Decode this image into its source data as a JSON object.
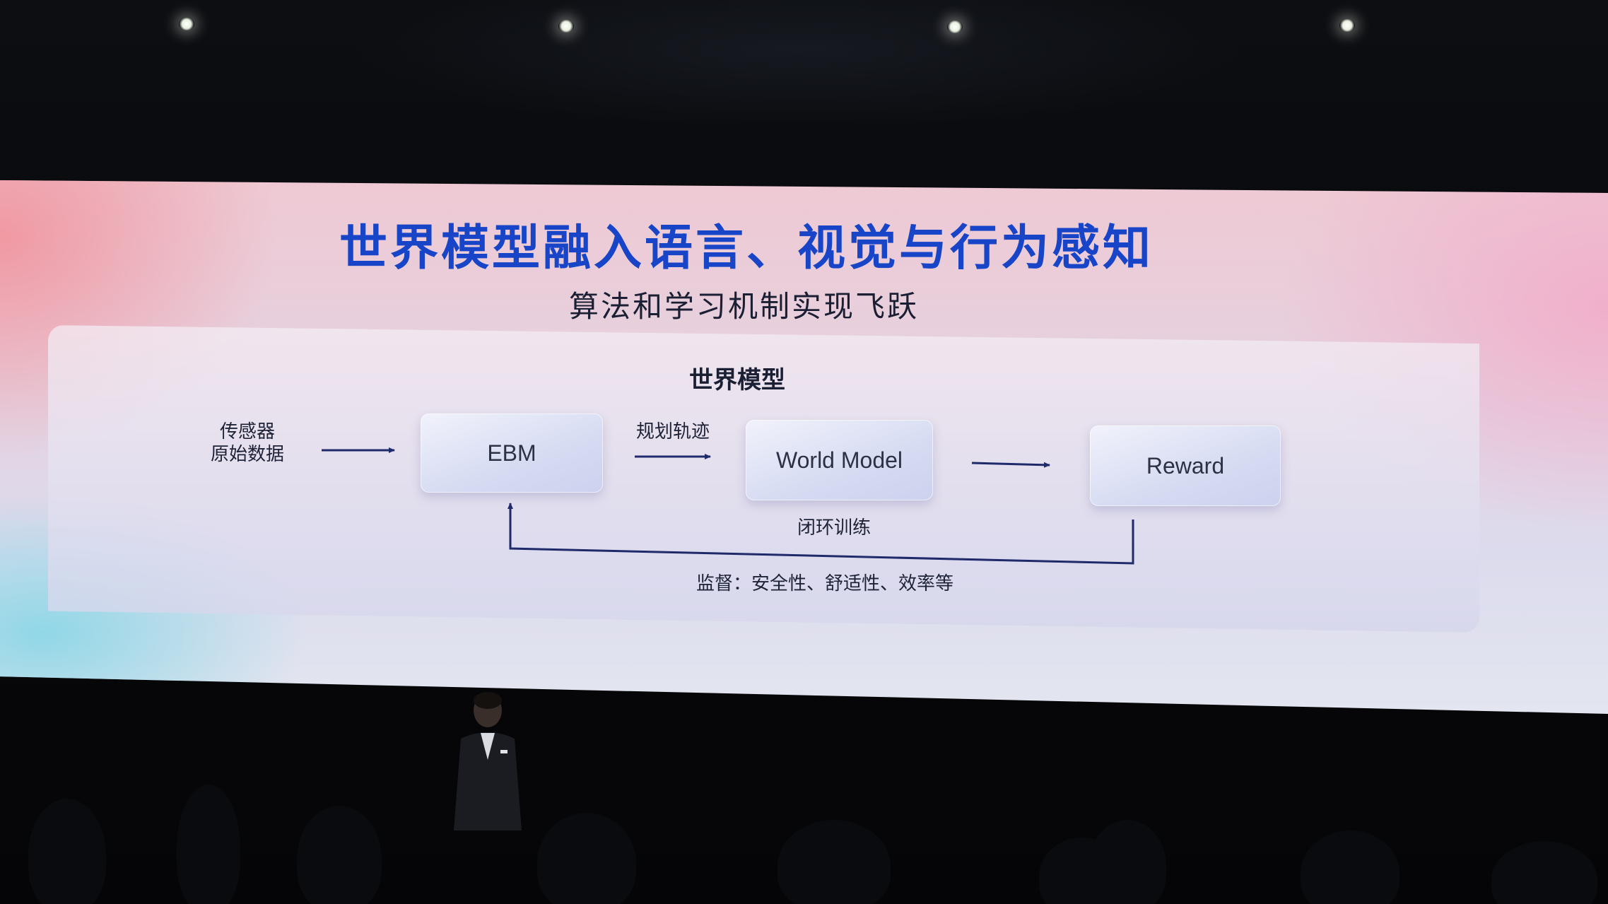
{
  "slide": {
    "title": "世界模型融入语言、视觉与行为感知",
    "subtitle": "算法和学习机制实现飞跃"
  },
  "diagram": {
    "panel_title": "世界模型",
    "input_label_line1": "传感器",
    "input_label_line2": "原始数据",
    "nodes": {
      "ebm": "EBM",
      "world_model": "World Model",
      "reward": "Reward"
    },
    "edge_labels": {
      "planned_trajectory": "规划轨迹",
      "closed_loop": "闭环训练",
      "supervision": "监督：安全性、舒适性、效率等"
    }
  },
  "colors": {
    "title_blue": "#1845c8",
    "connector_line": "#1f2a6b",
    "node_fill": "#d6dbf2"
  }
}
